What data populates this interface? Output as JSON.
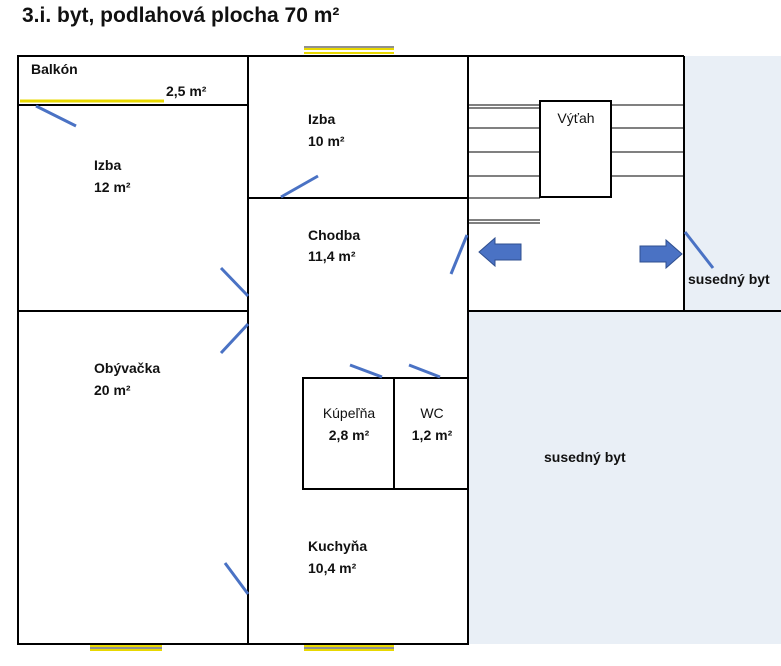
{
  "title": "3.i. byt, podlahová plocha 70 m²",
  "rooms": {
    "balkon": {
      "name": "Balkón",
      "area": "2,5 m²"
    },
    "izba_small": {
      "name": "Izba",
      "area": "10 m²"
    },
    "izba_left": {
      "name": "Izba",
      "area": "12 m²"
    },
    "chodba": {
      "name": "Chodba",
      "area": "11,4 m²"
    },
    "obyvacka": {
      "name": "Obývačka",
      "area": "20 m²"
    },
    "kupelna": {
      "name": "Kúpeľňa",
      "area": "2,8 m²"
    },
    "wc": {
      "name": "WC",
      "area": "1,2 m²"
    },
    "kuchyna": {
      "name": "Kuchyňa",
      "area": "10,4 m²"
    },
    "vytah": {
      "name": "Výťah"
    },
    "neighbor_right": {
      "name": "susedný byt"
    },
    "neighbor_bottom": {
      "name": "susedný byt"
    }
  },
  "colors": {
    "wall": "#000000",
    "door": "#4a72c4",
    "window": "#e8d800",
    "neighbor_fill": "#e9eff6",
    "arrow": "#4a72c4"
  }
}
